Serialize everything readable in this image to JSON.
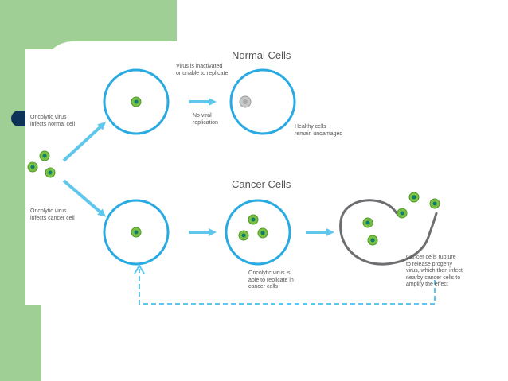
{
  "colors": {
    "slide_green": "#9fcf95",
    "bullet_navy": "#0e3358",
    "circle_blue": "#29abe2",
    "arrow_blue": "#5fc7ec",
    "virus_green": "#7ac143",
    "virus_core": "#0f7b6c",
    "inactive_gray": "#a9a9a9",
    "debris_gray": "#6d6e71"
  },
  "diagram": {
    "normal_heading": "Normal Cells",
    "cancer_heading": "Cancer Cells",
    "label_infects_normal": "Oncolytic virus\ninfects normal cell",
    "label_infects_cancer": "Oncolytic virus\ninfects cancer cell",
    "label_inactivated": "Virus is inactivated\nor unable to replicate",
    "label_no_replication": "No viral\nreplication",
    "label_healthy": "Healthy cells\nremain undamaged",
    "label_replicate": "Oncolytic virus is\nable to replicate in\ncancer cells",
    "label_rupture": "Cancer cells rupture\nto release progeny\nvirus, which then infect\nnearby cancer cells to\namplify the effect"
  }
}
